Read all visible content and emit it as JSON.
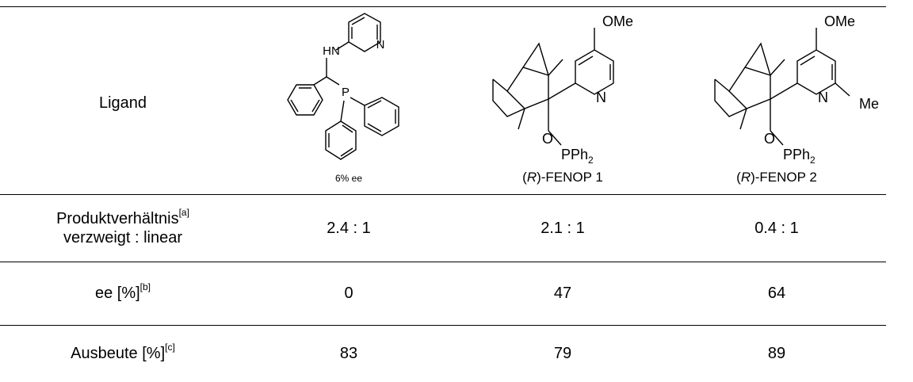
{
  "table": {
    "header_label": "Ligand",
    "ligands": [
      {
        "caption": "6% ee"
      },
      {
        "caption_prefix": "(",
        "caption_italic": "R",
        "caption_suffix": ")-FENOP 1"
      },
      {
        "caption_prefix": "(",
        "caption_italic": "R",
        "caption_suffix": ")-FENOP 2"
      }
    ],
    "structure_labels": {
      "hn": "HN",
      "n": "N",
      "p": "P",
      "o": "O",
      "ome": "OMe",
      "me": "Me",
      "pph": "PPh",
      "sub2": "2"
    },
    "rows": [
      {
        "label_line1": "Produktverhältnis",
        "label_sup": "[a]",
        "label_line2": "verzweigt : linear",
        "values": [
          "2.4 : 1",
          "2.1 : 1",
          "0.4 : 1"
        ]
      },
      {
        "label_line1": "ee [%]",
        "label_sup": "[b]",
        "values": [
          "0",
          "47",
          "64"
        ]
      },
      {
        "label_line1": "Ausbeute [%]",
        "label_sup": "[c]",
        "values": [
          "83",
          "79",
          "89"
        ]
      }
    ]
  }
}
